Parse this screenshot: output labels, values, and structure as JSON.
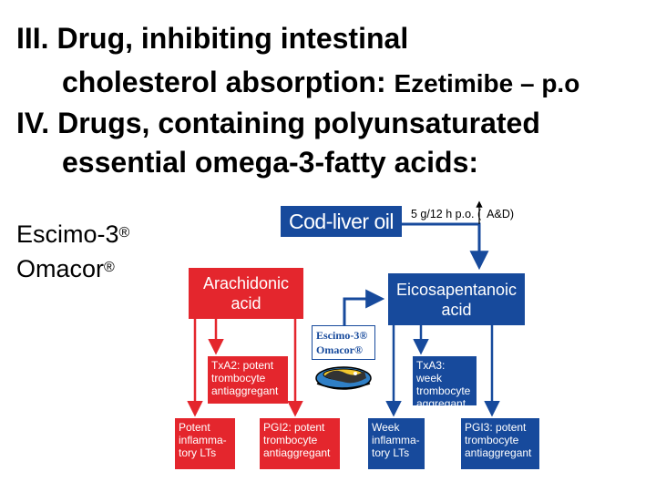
{
  "title": {
    "line1": "III. Drug, inhibiting intestinal",
    "line2_a": "cholesterol absorption:",
    "line2_b": "Ezetimibe – p.o",
    "line3": "IV. Drugs, containing polyunsaturated",
    "line4": "essential omega-3-fatty acids:"
  },
  "products": {
    "item1": "Escimo-3",
    "item2": "Omacor",
    "reg": "®"
  },
  "diagram": {
    "cod_liver_oil": "Cod-liver oil",
    "dose_a": "5 g/12 h p.o. (",
    "dose_b": "A&D)",
    "arachidonic": [
      "Arachidonic",
      "acid"
    ],
    "epa": [
      "Eicosapentanoic",
      "acid"
    ],
    "escimo_tag": [
      "Escimo-3®",
      "Omacor®"
    ],
    "txa2": [
      "TxA2: potent",
      "trombocyte",
      "antiaggregant"
    ],
    "txa3": [
      "TxA3: week",
      "trombocyte",
      "aggregant"
    ],
    "potent_lts": [
      "Potent",
      "inflamma-",
      "tory LTs"
    ],
    "pgi2": [
      "PGI2: potent",
      "trombocyte",
      "antiaggregant"
    ],
    "week_lts": [
      "Week",
      "inflamma-",
      "tory LTs"
    ],
    "pgi3": [
      "PGI3: potent",
      "trombocyte",
      "antiaggregant"
    ]
  },
  "colors": {
    "blue": "#174a9c",
    "red": "#e4262d"
  }
}
